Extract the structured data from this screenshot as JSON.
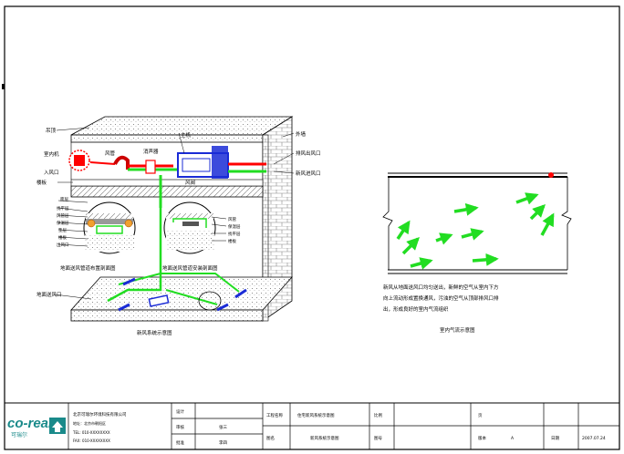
{
  "left_diagram": {
    "labels": {
      "ceiling": "吊顶",
      "indoor_unit": "室内机",
      "room_in": "入风口",
      "floor_slab": "楼板",
      "external_wall": "外墙",
      "exhaust_outlet": "排风出风口",
      "fresh_inlet": "新风进风口",
      "host": "主机",
      "duct_a": "风管",
      "duct_b": "消声器",
      "valve": "风阀",
      "floor_outlet": "地面送风口",
      "floor_layers_left": [
        "面层",
        "找平层",
        "风管层",
        "保温层",
        "垫层",
        "楼板",
        "出风口"
      ],
      "floor_layers_right": [
        "风管",
        "保温层",
        "找平层",
        "楼板"
      ]
    },
    "detail_title_left": "地面送风管道布置剖面图",
    "detail_title_right": "地面送风管道安装剖面图",
    "caption": "新风系统示意图"
  },
  "right_diagram": {
    "note_lines": [
      "新风从地面送风口均匀送出，新鲜的空气从室内下方",
      "向上流动形成置换通风，污浊的空气从顶部排风口排",
      "出，形成良好的室内气流组织"
    ],
    "caption": "室内气流示意图"
  },
  "title_block": {
    "company_name": "北京可瑞尔环境科技有限公司",
    "company_lines": [
      "地址：北京市朝阳区",
      "TEL: 010-XXXXXXXX",
      "FAX: 010-XXXXXXXX"
    ],
    "logo_text": "co-real",
    "logo_sub": "可瑞尔",
    "col_labels": [
      "设计",
      "审核",
      "批准"
    ],
    "col_values": [
      "",
      "张三",
      "李四"
    ],
    "project_label": "工程名称",
    "project_value": "住宅新风系统示意图",
    "drawing_label": "图名",
    "drawing_value": "新风系统示意图",
    "scale_label": "比例",
    "scale_value": "",
    "sheet_label": "图号",
    "sheet_value": "",
    "page_label": "页",
    "page_value": "",
    "version_label": "版本",
    "version_value": "A",
    "date_label": "日期",
    "date_value": "2007.07.24"
  },
  "colors": {
    "supply": "#22dd22",
    "return": "#ff0000",
    "duct_blue": "#1a2bd6",
    "hatch": "#555555",
    "logo_teal": "#1a8a8a"
  }
}
